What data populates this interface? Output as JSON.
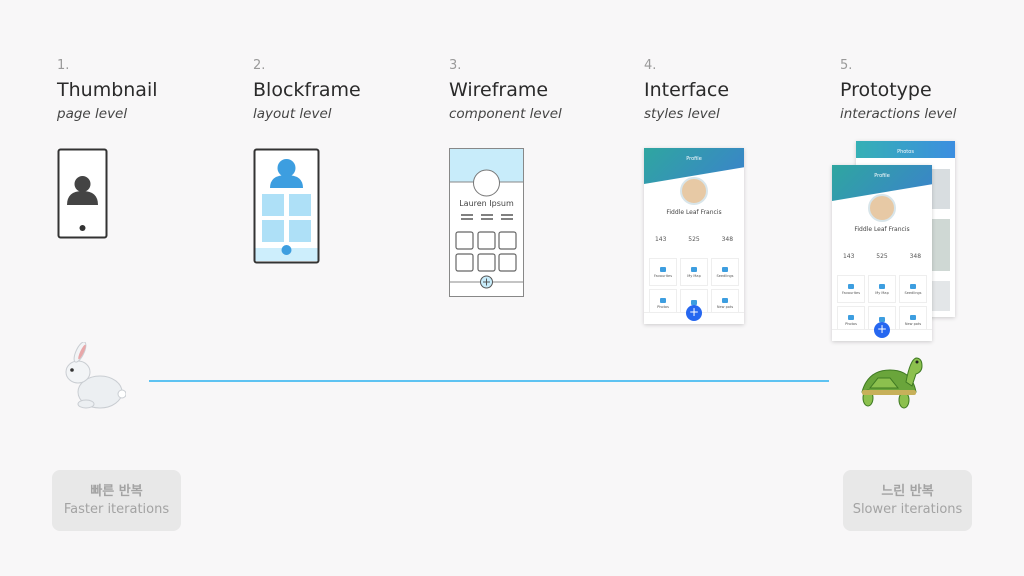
{
  "stages": [
    {
      "num": "1.",
      "title": "Thumbnail",
      "sub": "page level"
    },
    {
      "num": "2.",
      "title": "Blockframe",
      "sub": "layout level"
    },
    {
      "num": "3.",
      "title": "Wireframe",
      "sub": "component level"
    },
    {
      "num": "4.",
      "title": "Interface",
      "sub": "styles level"
    },
    {
      "num": "5.",
      "title": "Prototype",
      "sub": "interactions level"
    }
  ],
  "wireframe": {
    "name": "Lauren Ipsum"
  },
  "mockup": {
    "header": "Profile",
    "name": "Fiddle Leaf Francis",
    "stats": [
      "143",
      "525",
      "348"
    ],
    "cells": [
      "Favourites",
      "My Map",
      "Seedlings",
      "Photos",
      "",
      "New pots"
    ],
    "back_header": "Photos"
  },
  "left_button": {
    "ko": "빠른 반복",
    "en": "Faster iterations"
  },
  "right_button": {
    "ko": "느린 반복",
    "en": "Slower iterations"
  },
  "colors": {
    "line": "#5ec3f2",
    "accent": "#3d9ee0",
    "fab": "#2667f0"
  },
  "icons": {
    "left": "rabbit",
    "right": "turtle"
  }
}
